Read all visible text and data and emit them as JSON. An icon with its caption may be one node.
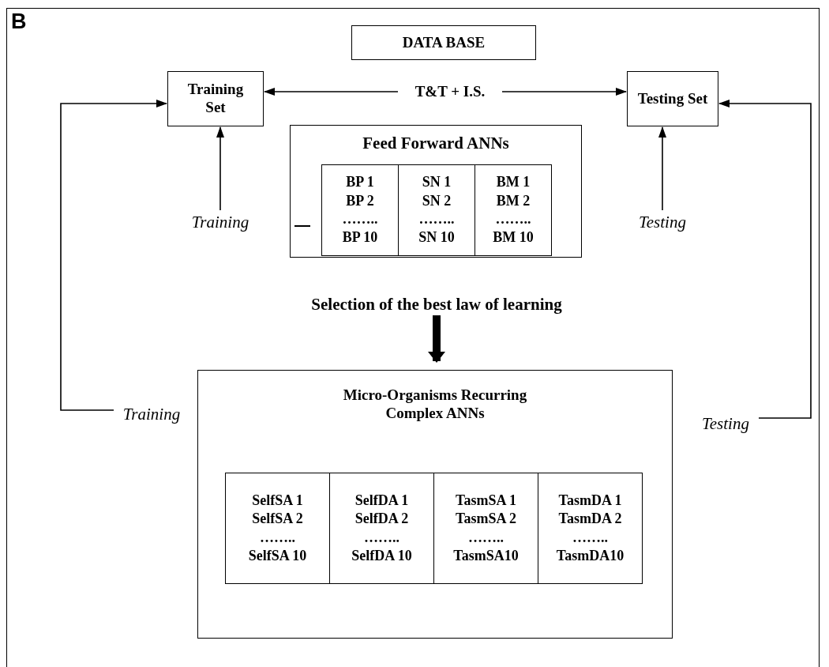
{
  "diagram": {
    "nodes": [
      {
        "text": [
          "DATA BASE"
        ]
      },
      {
        "text": [
          "Training Set"
        ]
      },
      {
        "text": [
          "Testing Set"
        ]
      },
      {
        "text": [
          "T&T + I.S."
        ]
      },
      {
        "text": [
          "Feed Forward ANNs"
        ]
      },
      {
        "text": [
          "BP 1",
          "BP 2",
          "……..",
          "BP 10"
        ],
        "in": 4
      },
      {
        "text": [
          "SN 1",
          "SN 2",
          "……..",
          "SN 10"
        ],
        "in": 4
      },
      {
        "text": [
          "BM 1",
          "BM 2",
          "……..",
          "BM 10"
        ],
        "in": 4
      },
      {
        "text": [
          "Training"
        ]
      },
      {
        "text": [
          "Testing"
        ]
      },
      {
        "text": [
          "Selection of the best law of learning"
        ]
      },
      {
        "text": [
          "Micro-Organisms Recurring Complex ANNs"
        ]
      },
      {
        "text": [
          "SelfSA 1",
          "SelfSA 2",
          "……..",
          "SelfSA 10"
        ],
        "in": 11
      },
      {
        "text": [
          "SelfDA 1",
          "SelfDA 2",
          "……..",
          "SelfDA 10"
        ],
        "in": 11
      },
      {
        "text": [
          "TasmSA 1",
          "TasmSA 2",
          "……..",
          "TasmSA10"
        ],
        "in": 11
      },
      {
        "text": [
          "TasmDA 1",
          "TasmDA 2",
          "……..",
          "TasmDA10"
        ],
        "in": 11
      },
      {
        "text": [
          "Training"
        ]
      },
      {
        "text": [
          "Testing"
        ]
      }
    ],
    "edges": [
      {
        "from": 3,
        "to": 1,
        "arrow": "to"
      },
      {
        "from": 3,
        "to": 2,
        "arrow": "to"
      },
      {
        "from": 8,
        "to": 1,
        "arrow": "to"
      },
      {
        "from": 9,
        "to": 2,
        "arrow": "to"
      },
      {
        "from": 10,
        "to": 11,
        "arrow": "to",
        "style": "thick"
      },
      {
        "from": 16,
        "to": 1,
        "arrow": "to"
      },
      {
        "from": 17,
        "to": 2,
        "arrow": "to"
      }
    ],
    "labels": [
      "B"
    ]
  }
}
